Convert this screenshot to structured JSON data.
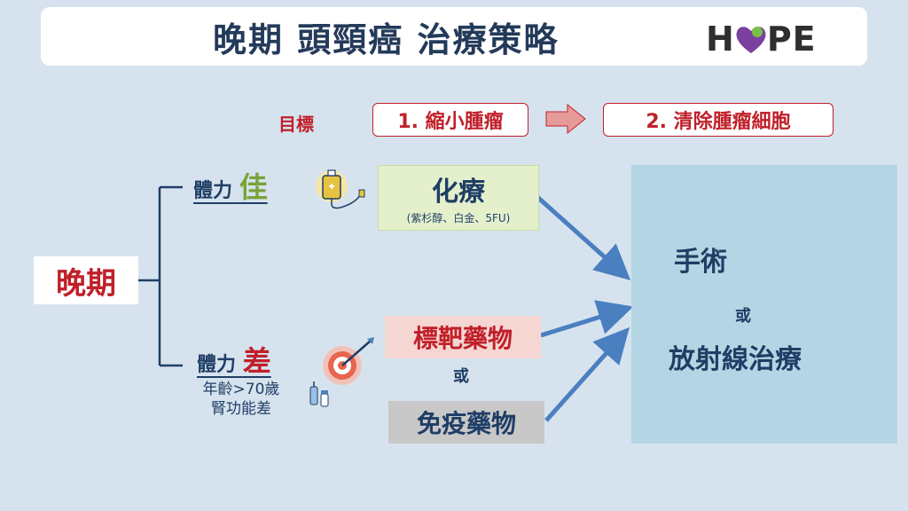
{
  "title": "晚期 頭頸癌 治療策略",
  "logo": {
    "text_left": "H",
    "text_right": "PE",
    "heart_color": "#7b3fa0",
    "dot_color": "#78c043"
  },
  "goal": {
    "label": "目標",
    "step1": "1. 縮小腫瘤",
    "step2": "2. 清除腫瘤細胞"
  },
  "root": "晚期",
  "branches": {
    "good": {
      "label": "體力",
      "emphasis": "佳"
    },
    "bad": {
      "label": "體力",
      "emphasis": "差",
      "notes": [
        "年齡>70歲",
        "腎功能差"
      ]
    }
  },
  "treatments": {
    "chemo": {
      "title": "化療",
      "subtitle": "(紫杉醇、白金、5FU)"
    },
    "targeted": "標靶藥物",
    "or_middle": "或",
    "immuno": "免疫藥物"
  },
  "outcomes": {
    "surgery": "手術",
    "or": "或",
    "radiotherapy": "放射線治療"
  },
  "colors": {
    "accent_red": "#c0202a",
    "navy": "#1f3e66",
    "arrow_blue": "#4a7fc0",
    "panel_blue": "#b4d6e4",
    "chemo_green": "#e4f0cc",
    "good_green": "#7aa33a"
  }
}
